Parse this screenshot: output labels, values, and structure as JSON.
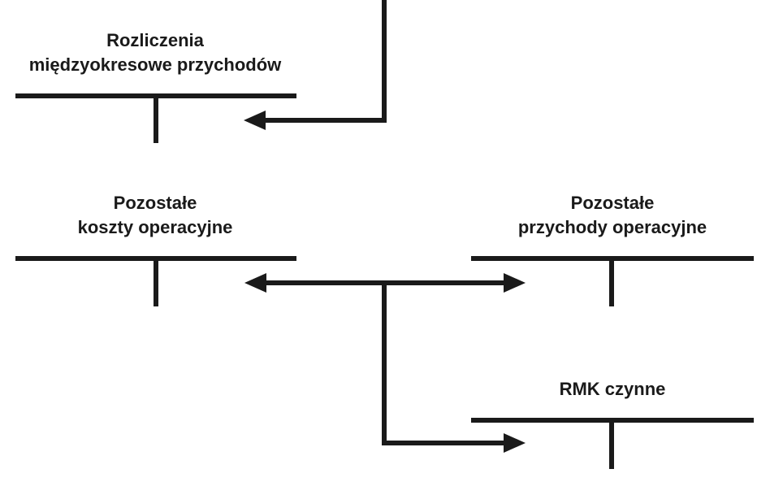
{
  "theme": {
    "bg_color": "#ffffff",
    "line_color": "#1a1a1a",
    "text_color": "#1a1a1a"
  },
  "diagram": {
    "type": "t-account-flow-diagram",
    "language": "pl",
    "accounts": [
      {
        "id": "rozliczenia-miedzyokresowe-przychodow",
        "label": "Rozliczenia\nmiędzyokresowe przychodów"
      },
      {
        "id": "pozostale-koszty-operacyjne",
        "label": "Pozostałe\nkoszty operacyjne"
      },
      {
        "id": "pozostale-przychody-operacyjne",
        "label": "Pozostałe\nprzychody operacyjne"
      },
      {
        "id": "rmk-czynne",
        "label": "RMK czynne"
      }
    ],
    "connectors": [
      {
        "id": "arrow-into-rozliczenia",
        "from": "top-edge",
        "to": "rozliczenia-miedzyokresowe-przychodow",
        "direction": "left"
      },
      {
        "id": "double-arrow-koszty-przychody",
        "from": "center-trunk",
        "to": "both",
        "direction": "left-right"
      },
      {
        "id": "arrow-into-rmk-czynne",
        "from": "center-trunk",
        "to": "rmk-czynne",
        "direction": "right"
      }
    ]
  }
}
